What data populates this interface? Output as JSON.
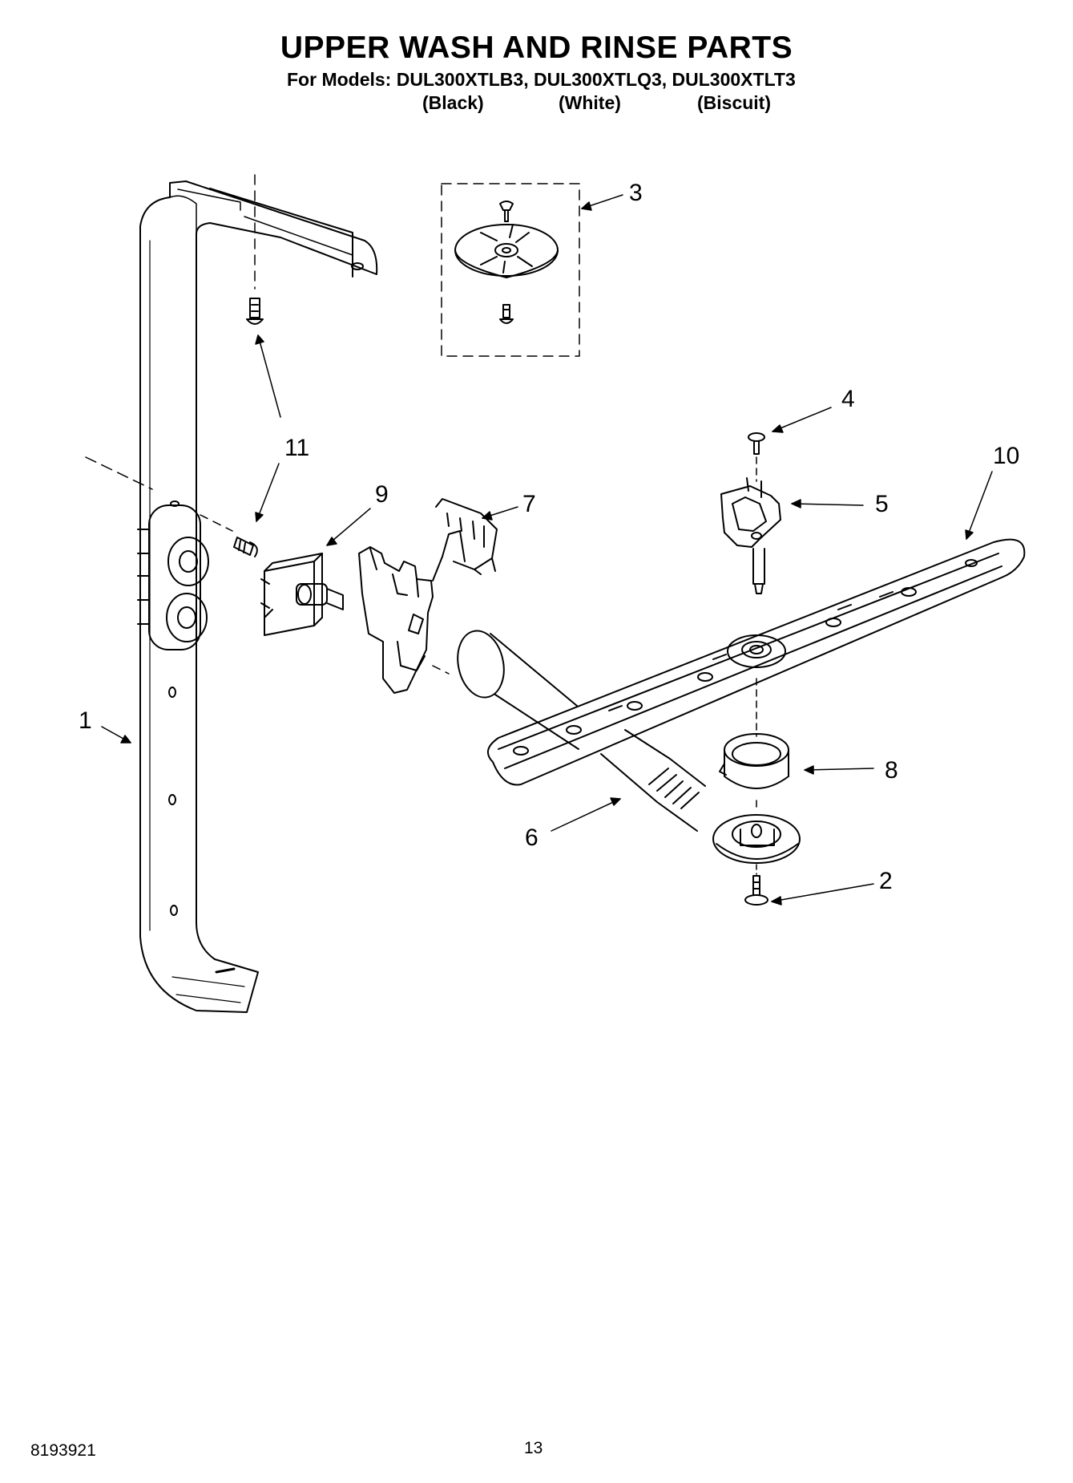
{
  "header": {
    "title": "UPPER WASH AND RINSE PARTS",
    "models_line": "For Models: DUL300XTLB3, DUL300XTLQ3, DUL300XTLT3",
    "colors": [
      "(Black)",
      "(White)",
      "(Biscuit)"
    ]
  },
  "callouts": [
    "1",
    "2",
    "3",
    "4",
    "5",
    "6",
    "7",
    "8",
    "9",
    "10",
    "11",
    "11"
  ],
  "footer": {
    "doc_number": "8193921",
    "page_number": "13"
  },
  "colors": {
    "line": "#000000",
    "background": "#ffffff"
  }
}
